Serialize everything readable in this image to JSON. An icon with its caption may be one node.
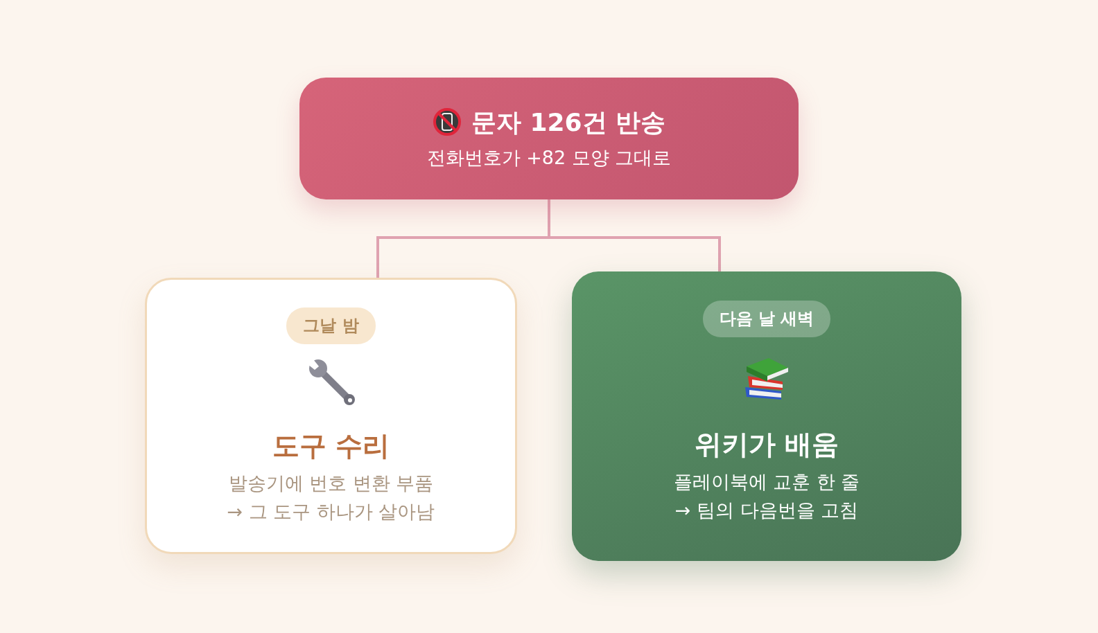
{
  "diagram": {
    "nodes": [
      {
        "text": [
          "문자 126건 반송",
          "전화번호가 +82 모양 그대로"
        ]
      },
      {
        "text": [
          "그날 밤",
          "도구 수리",
          "발송기에 번호 변환 부품 → 그 도구 하나가 살아남"
        ]
      },
      {
        "text": [
          "다음 날 새벽",
          "위키가 배움",
          "플레이북에 교훈 한 줄 → 팀의 다음번을 고침"
        ]
      }
    ],
    "edges": [
      {
        "from": 0,
        "to": 1,
        "arrow": "none"
      },
      {
        "from": 0,
        "to": 2,
        "arrow": "none"
      }
    ]
  }
}
